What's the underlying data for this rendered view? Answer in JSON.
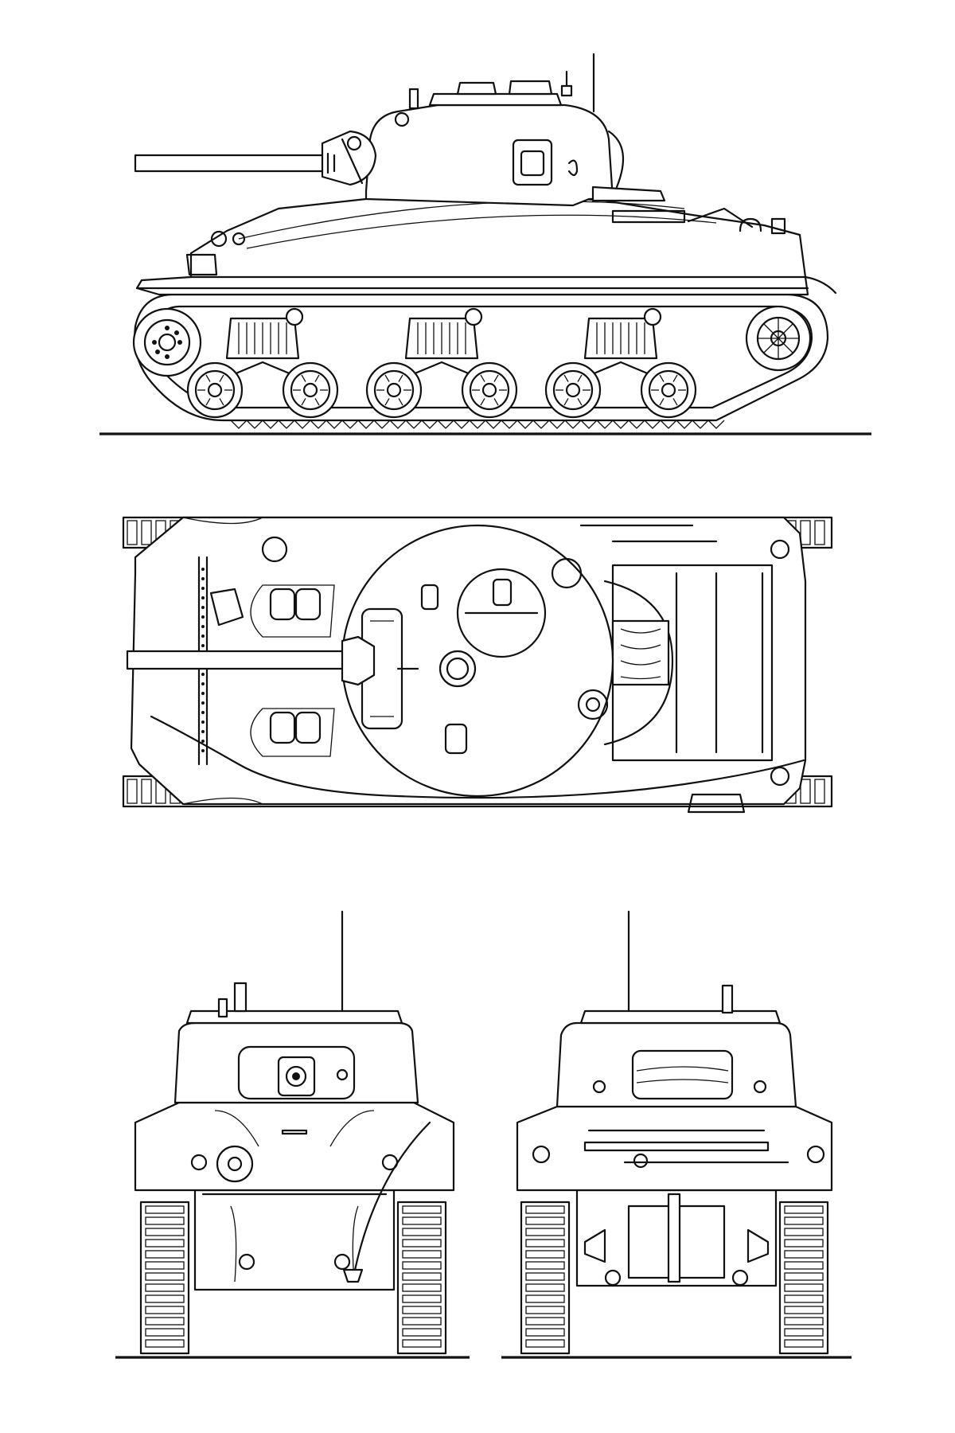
{
  "drawing": {
    "views": [
      "side-elevation",
      "top-plan",
      "front-elevation",
      "rear-elevation"
    ],
    "line_color": "#111111",
    "background": "#ffffff"
  }
}
